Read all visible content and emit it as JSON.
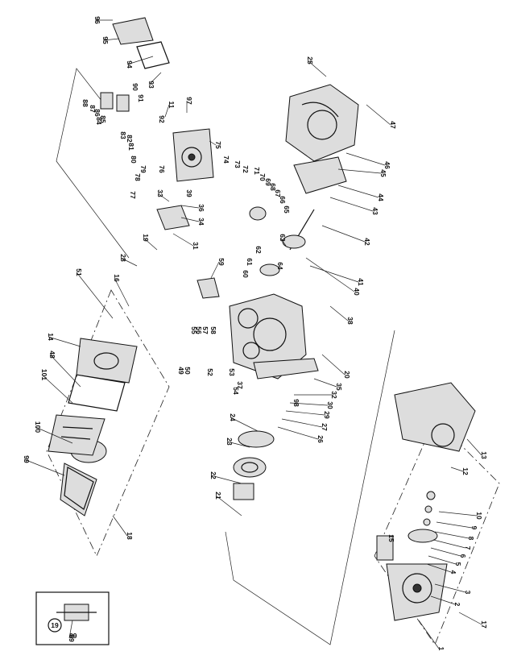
{
  "labels": [
    "1",
    "2",
    "3",
    "4",
    "5",
    "6",
    "7",
    "8",
    "9",
    "10",
    "11",
    "12",
    "13",
    "14",
    "15",
    "16",
    "17",
    "18",
    "19",
    "20",
    "21",
    "22",
    "23",
    "24",
    "25",
    "26",
    "27",
    "28",
    "29",
    "30",
    "31",
    "32",
    "33",
    "34",
    "35",
    "36",
    "37",
    "38",
    "39",
    "40",
    "41",
    "42",
    "43",
    "44",
    "45",
    "46",
    "47",
    "48",
    "49",
    "50",
    "51",
    "52",
    "53",
    "54",
    "55",
    "56",
    "57",
    "58",
    "59",
    "60",
    "61",
    "62",
    "63",
    "64",
    "65",
    "66",
    "67",
    "68",
    "69",
    "70",
    "71",
    "72",
    "73",
    "74",
    "75",
    "76",
    "77",
    "78",
    "79",
    "80",
    "81",
    "82",
    "83",
    "84",
    "85",
    "86",
    "87",
    "88",
    "89",
    "90",
    "91",
    "92",
    "93",
    "94",
    "95",
    "96",
    "97",
    "98",
    "99",
    "100",
    "101"
  ],
  "inset": {
    "callout": "19",
    "labels": [
      "89"
    ]
  }
}
